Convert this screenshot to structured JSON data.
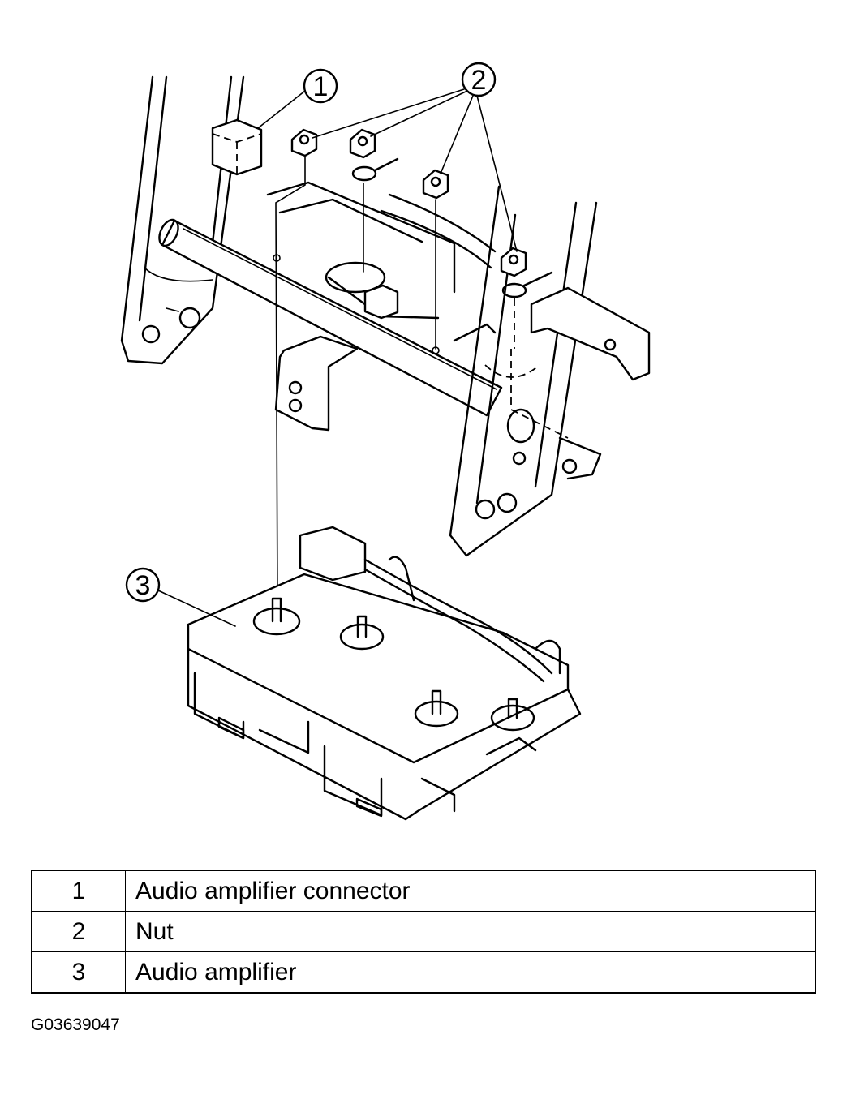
{
  "callouts": [
    {
      "number": "1"
    },
    {
      "number": "2"
    },
    {
      "number": "3"
    }
  ],
  "legend": [
    {
      "number": "1",
      "description": "Audio amplifier connector"
    },
    {
      "number": "2",
      "description": "Nut"
    },
    {
      "number": "3",
      "description": "Audio amplifier"
    }
  ],
  "figure_id": "G03639047"
}
